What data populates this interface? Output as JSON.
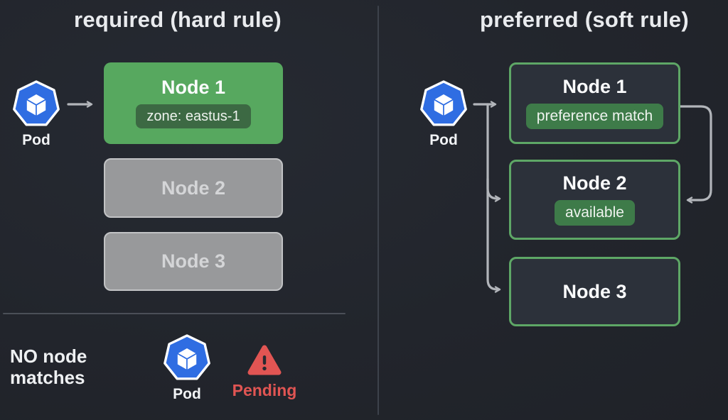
{
  "left_panel": {
    "title": "required (hard rule)",
    "pod_label": "Pod",
    "nodes": [
      {
        "label": "Node 1",
        "badge": "zone: eastus-1"
      },
      {
        "label": "Node 2"
      },
      {
        "label": "Node 3"
      }
    ],
    "no_match": {
      "message_line1": "NO node",
      "message_line2": "matches",
      "pod_label": "Pod",
      "status_label": "Pending"
    }
  },
  "right_panel": {
    "title": "preferred (soft rule)",
    "pod_label": "Pod",
    "nodes": [
      {
        "label": "Node 1",
        "badge": "preference match"
      },
      {
        "label": "Node 2",
        "badge": "available"
      },
      {
        "label": "Node 3"
      }
    ]
  },
  "icons": {
    "pod": "kubernetes-pod-icon",
    "pending": "warning-triangle-icon",
    "connectors": "arrow-icon"
  },
  "colors": {
    "background": "#23262d",
    "panel_divider": "#3d424b",
    "section_divider": "#4b4f57",
    "matched_node_green": "#57a85f",
    "matched_badge_green": "#3c6943",
    "excluded_node_gray": "#98999b",
    "preferred_node_fill": "#2c313a",
    "preferred_border_green": "#5ea766",
    "badge_green": "#3e7b49",
    "arrow_gray": "#b2b5ba",
    "pod_blue": "#2f6de2",
    "pending_red": "#e15553"
  }
}
